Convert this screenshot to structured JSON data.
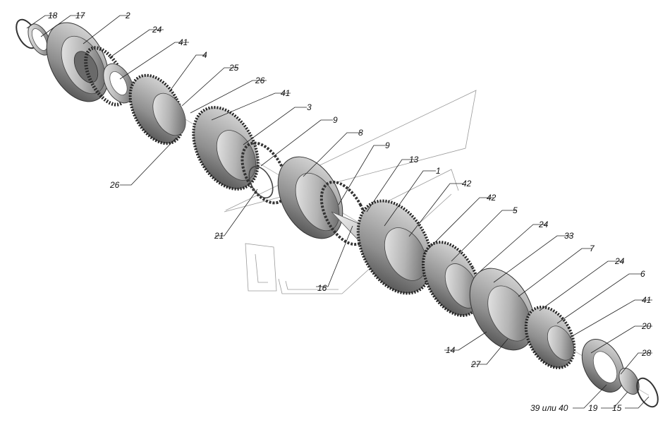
{
  "diagram": {
    "labels": [
      {
        "id": "l18",
        "text": "18"
      },
      {
        "id": "l17",
        "text": "17"
      },
      {
        "id": "l2",
        "text": "2"
      },
      {
        "id": "l24a",
        "text": "24"
      },
      {
        "id": "l41a",
        "text": "41"
      },
      {
        "id": "l4",
        "text": "4"
      },
      {
        "id": "l25",
        "text": "25"
      },
      {
        "id": "l26a",
        "text": "26"
      },
      {
        "id": "l41b",
        "text": "41"
      },
      {
        "id": "l3",
        "text": "3"
      },
      {
        "id": "l9a",
        "text": "9"
      },
      {
        "id": "l8",
        "text": "8"
      },
      {
        "id": "l9b",
        "text": "9"
      },
      {
        "id": "l13",
        "text": "13"
      },
      {
        "id": "l1",
        "text": "1"
      },
      {
        "id": "l42a",
        "text": "42"
      },
      {
        "id": "l42b",
        "text": "42"
      },
      {
        "id": "l5",
        "text": "5"
      },
      {
        "id": "l24b",
        "text": "24"
      },
      {
        "id": "l33",
        "text": "33"
      },
      {
        "id": "l7",
        "text": "7"
      },
      {
        "id": "l24c",
        "text": "24"
      },
      {
        "id": "l6",
        "text": "6"
      },
      {
        "id": "l41c",
        "text": "41"
      },
      {
        "id": "l20",
        "text": "20"
      },
      {
        "id": "l28",
        "text": "28"
      },
      {
        "id": "l26b",
        "text": "26"
      },
      {
        "id": "l21",
        "text": "21"
      },
      {
        "id": "l16",
        "text": "16"
      },
      {
        "id": "l14",
        "text": "14"
      },
      {
        "id": "l27",
        "text": "27"
      },
      {
        "id": "l39",
        "text": "39 или 40"
      },
      {
        "id": "l19",
        "text": "19"
      },
      {
        "id": "l15",
        "text": "15"
      }
    ]
  }
}
